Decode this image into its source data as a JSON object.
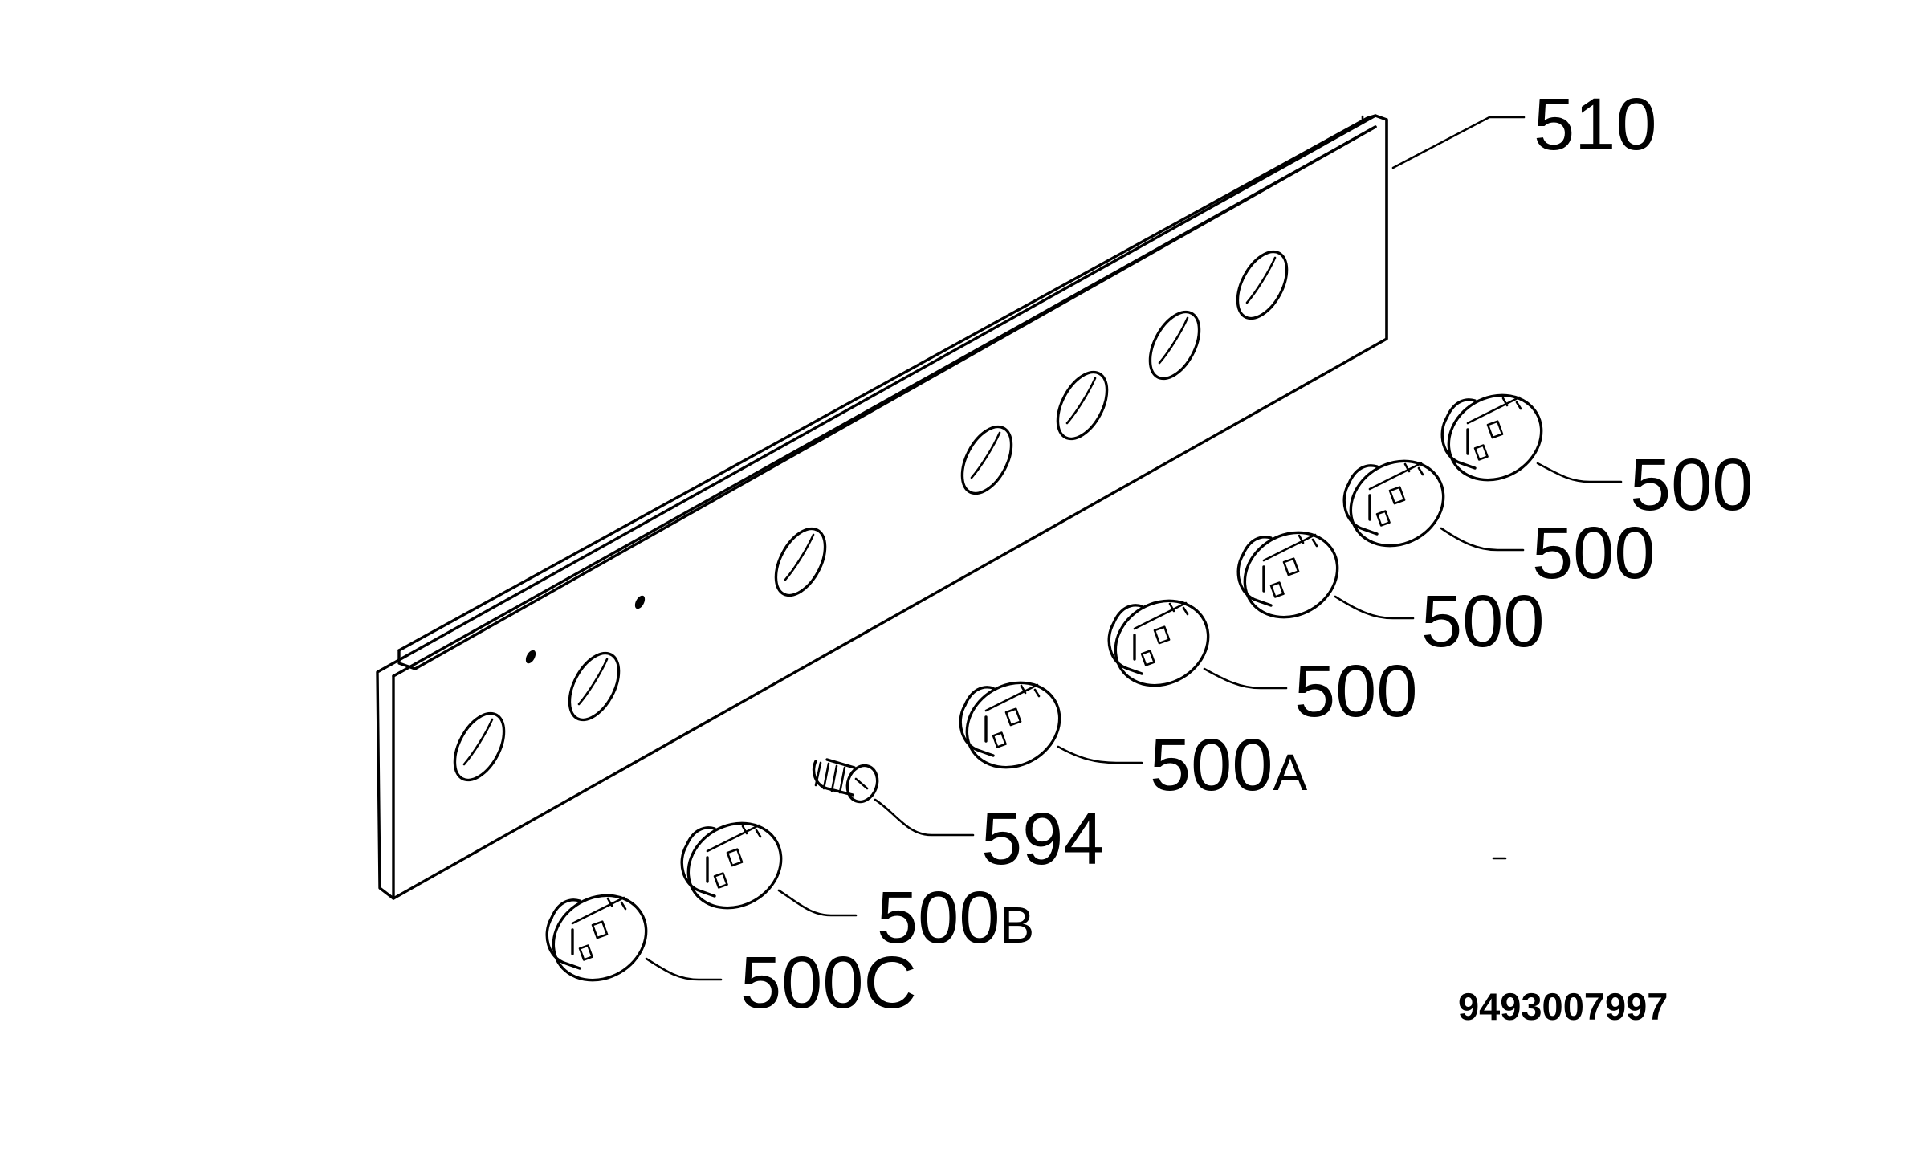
{
  "diagram": {
    "callouts": [
      {
        "label": "510",
        "part": "control-panel"
      },
      {
        "label": "500",
        "part": "control-knob"
      },
      {
        "label": "500",
        "part": "control-knob"
      },
      {
        "label": "500",
        "part": "control-knob"
      },
      {
        "label": "500",
        "part": "control-knob"
      },
      {
        "label": "500",
        "suffix": "A",
        "part": "control-knob"
      },
      {
        "label": "594",
        "part": "screw"
      },
      {
        "label": "500",
        "suffix": "B",
        "part": "control-knob"
      },
      {
        "label": "500",
        "suffix": "C",
        "part": "control-knob"
      }
    ],
    "document_code": "9493007997"
  }
}
